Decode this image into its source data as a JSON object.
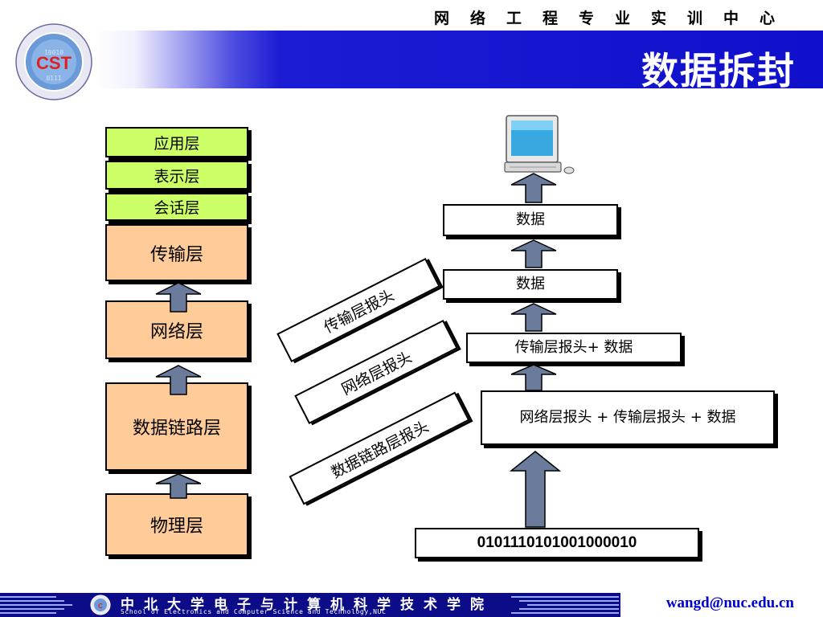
{
  "header": {
    "center_name": "网络工程专业实训中心",
    "title": "数据拆封",
    "logo_icon": "cst-logo-icon"
  },
  "osi_layers": [
    {
      "label": "应用层"
    },
    {
      "label": "表示层"
    },
    {
      "label": "会话层"
    },
    {
      "label": "传输层"
    },
    {
      "label": "网络层"
    },
    {
      "label": "数据链路层"
    },
    {
      "label": "物理层"
    }
  ],
  "stripped_headers": {
    "transport": "传输层报头",
    "network": "网络层报头",
    "datalink": "数据链路层报头"
  },
  "data_units": {
    "top_data": "数据",
    "transport_data": "数据",
    "network_unit": "传输层报头+ 数据",
    "frame": "网络层报头 + 传输层报头 + 数据",
    "bits": "0101110101001000010"
  },
  "footer": {
    "school_cn": "中北大学电子与计算机科学技术学院",
    "school_en": "School of Electronics and Computer Science and Technology,NUC",
    "email": "wangd@nuc.edu.cn"
  },
  "colors": {
    "upper_layers": "#ccff66",
    "lower_layers": "#ffcc99",
    "arrow": "#6b7b9c",
    "header_band": "#1010cc"
  }
}
